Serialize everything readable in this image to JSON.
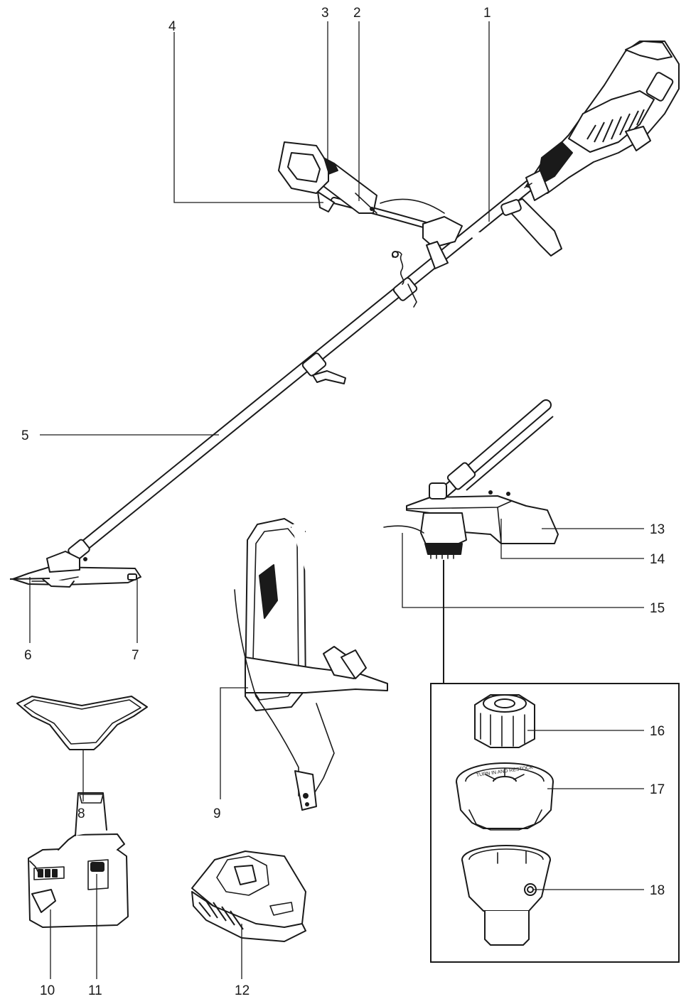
{
  "callouts": {
    "c1": "1",
    "c2": "2",
    "c3": "3",
    "c4": "4",
    "c5": "5",
    "c6": "6",
    "c7": "7",
    "c8": "8",
    "c9": "9",
    "c10": "10",
    "c11": "11",
    "c12": "12",
    "c13": "13",
    "c14": "14",
    "c15": "15",
    "c16": "16",
    "c17": "17",
    "c18": "18"
  },
  "colors": {
    "ink": "#1a1a1a",
    "paper": "#ffffff"
  },
  "spool_text": "TURN IN AND RESTOCK"
}
